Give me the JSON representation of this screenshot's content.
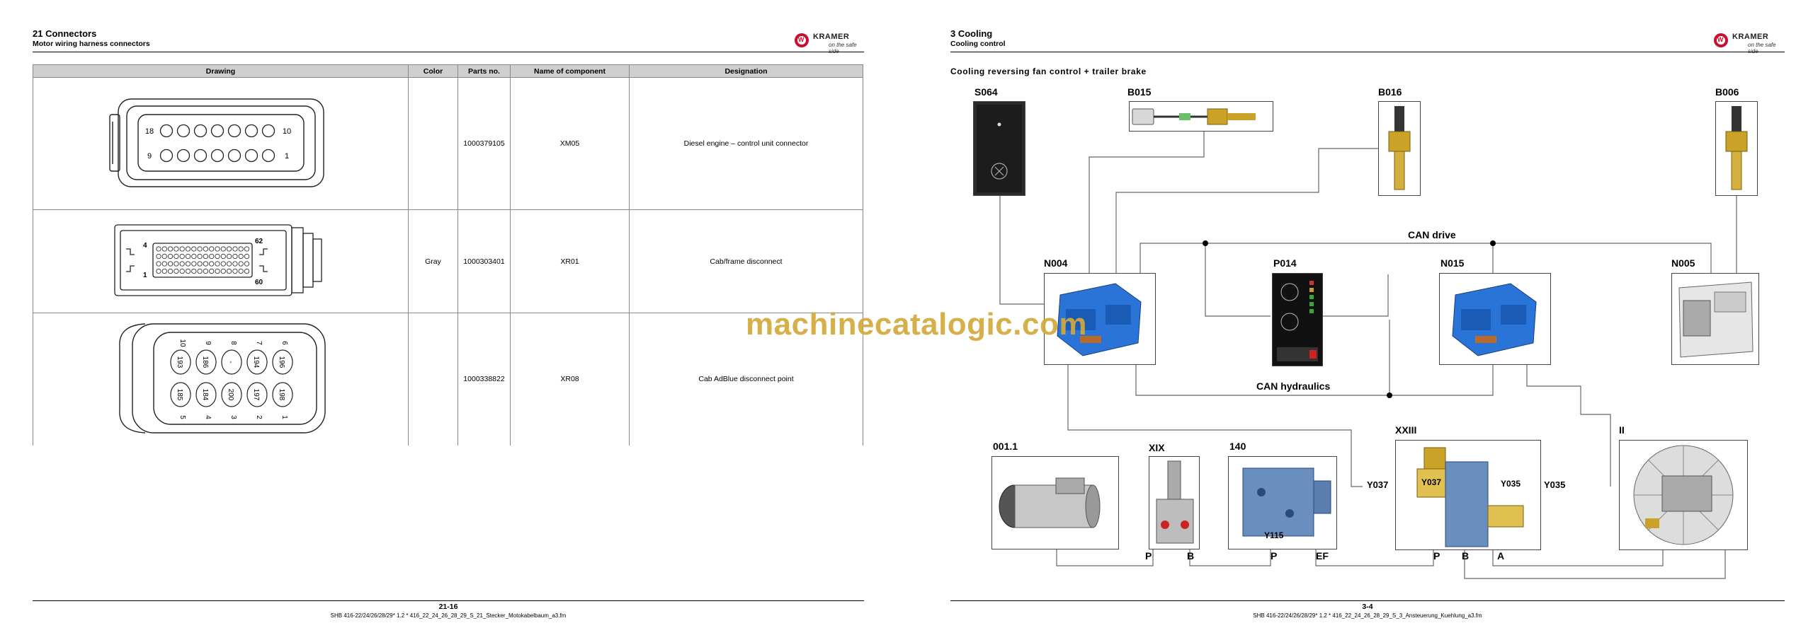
{
  "left_page": {
    "section_title": "21  Connectors",
    "section_subtitle": "Motor wiring harness connectors",
    "brand": {
      "name": "KRAMER",
      "tagline": "on the safe side"
    },
    "table": {
      "headers": [
        "Drawing",
        "Color",
        "Parts no.",
        "Name of component",
        "Designation"
      ],
      "rows": [
        {
          "color": "",
          "parts_no": "1000379105",
          "component": "XM05",
          "designation": "Diesel engine – control unit connector",
          "drawing_labels": [
            "18",
            "10",
            "9",
            "1"
          ]
        },
        {
          "color": "Gray",
          "parts_no": "1000303401",
          "component": "XR01",
          "designation": "Cab/frame disconnect",
          "drawing_labels": [
            "4",
            "1",
            "62",
            "60"
          ]
        },
        {
          "color": "",
          "parts_no": "1000338822",
          "component": "XR08",
          "designation": "Cab AdBlue disconnect point",
          "drawing_labels": [
            "10",
            "9",
            "8",
            "7",
            "6",
            "193",
            "186",
            "-",
            "194",
            "196",
            "185",
            "184",
            "200",
            "197",
            "198",
            "5",
            "4",
            "3",
            "2",
            "1"
          ]
        }
      ]
    },
    "footer": {
      "page": "21-16",
      "file": "SHB 416-22/24/26/28/29* 1.2 * 416_22_24_26_28_29_S_21_Stecker_Motokabelbaum_a3.fm"
    }
  },
  "right_page": {
    "section_title": "3   Cooling",
    "section_subtitle": "Cooling control",
    "brand": {
      "name": "KRAMER",
      "tagline": "on the safe side"
    },
    "diagram_title": "Cooling reversing fan control + trailer brake",
    "components": {
      "s064": "S064",
      "b015": "B015",
      "b016": "B016",
      "b006": "B006",
      "n004": "N004",
      "p014": "P014",
      "n015": "N015",
      "n005": "N005",
      "c001": "001.1",
      "xix": "XIX",
      "c140": "140",
      "xxiii": "XXIII",
      "ii": "II"
    },
    "bus_labels": {
      "can_drive": "CAN drive",
      "can_hydraulics": "CAN hydraulics"
    },
    "valve_labels": {
      "y037_left": "Y037",
      "y037_inner": "Y037",
      "y035_inner": "Y035",
      "y035_right": "Y035",
      "y115": "Y115"
    },
    "port_labels": {
      "p1": "P",
      "b1": "B",
      "p2": "P",
      "ef": "EF",
      "p3": "P",
      "b2": "B",
      "a": "A"
    },
    "footer": {
      "page": "3-4",
      "file": "SHB 416-22/24/26/28/29* 1.2 * 416_22_24_26_28_29_S_3_Ansteuerung_Kuehlung_a3.fm"
    }
  },
  "watermark": "machinecatalogic.com",
  "colors": {
    "header_gray": "#cfcfcf",
    "ecu_blue": "#2a74d8",
    "brass": "#c9a227",
    "watermark": "#d4a93a",
    "kramer_red": "#c8102e"
  }
}
